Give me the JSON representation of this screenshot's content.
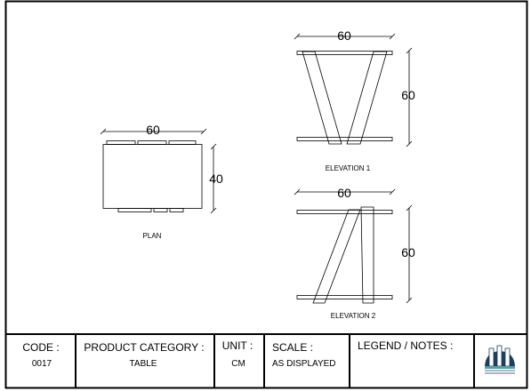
{
  "drawing": {
    "plan": {
      "caption": "PLAN",
      "width_label": "60",
      "depth_label": "40"
    },
    "elevation_1": {
      "caption": "ELEVATION 1",
      "width_label": "60",
      "height_label": "60"
    },
    "elevation_2": {
      "caption": "ELEVATION 2",
      "width_label": "60",
      "height_label": "60"
    }
  },
  "title_block": {
    "code": {
      "label": "CODE :",
      "value": "0017"
    },
    "product_category": {
      "label": "PRODUCT CATEGORY :",
      "value": "TABLE"
    },
    "unit": {
      "label": "UNIT :",
      "value": "CM"
    },
    "scale": {
      "label": "SCALE :",
      "value": "AS DISPLAYED"
    },
    "legend": {
      "label": "LEGEND / NOTES :"
    },
    "logo": {
      "icon": "company-logo-icon",
      "colors": {
        "dark": "#1f3f5c",
        "teal": "#4fa3a5"
      }
    }
  }
}
